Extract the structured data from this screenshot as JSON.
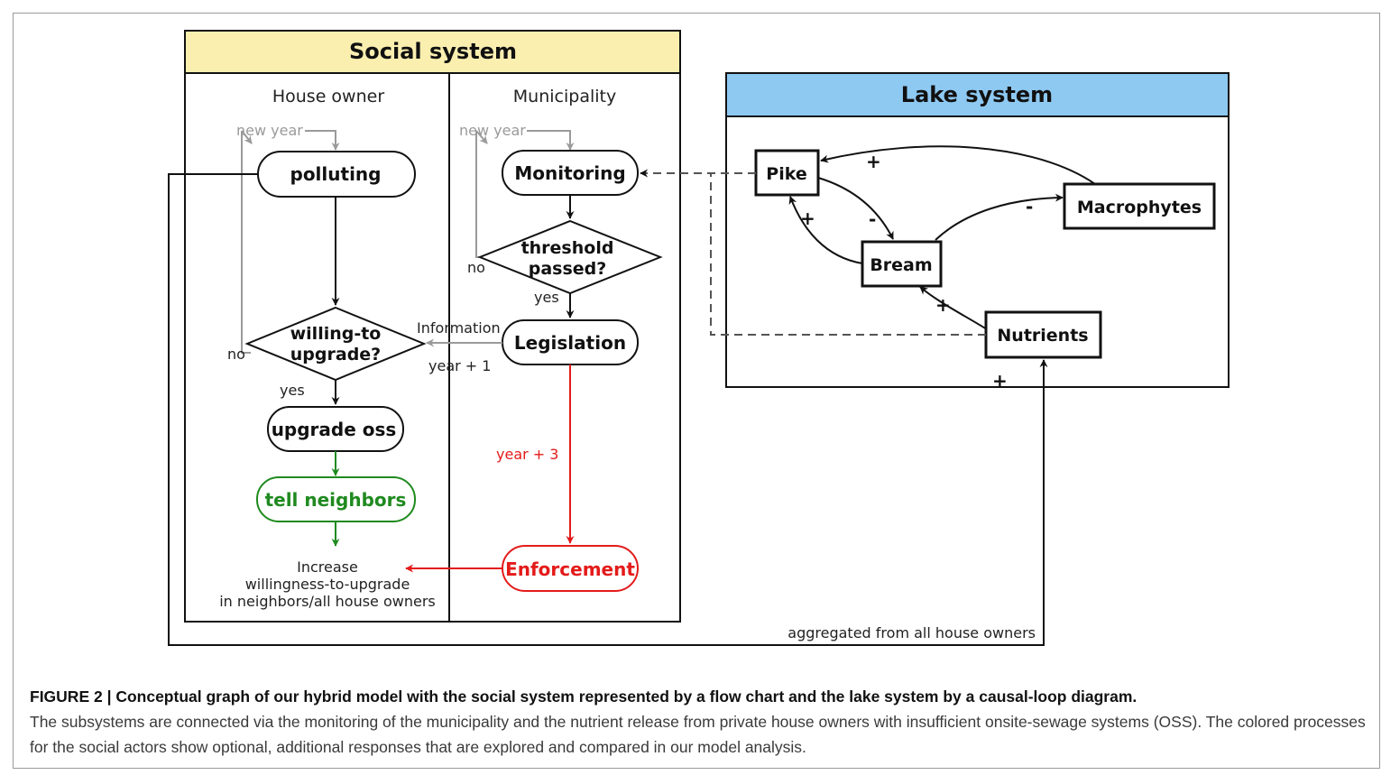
{
  "social_system": {
    "title": "Social system",
    "lanes": [
      "House owner",
      "Municipality"
    ]
  },
  "lake_system": {
    "title": "Lake system",
    "nodes": [
      "Pike",
      "Macrophytes",
      "Bream",
      "Nutrients"
    ]
  },
  "house_owner": {
    "polluting": "polluting",
    "willing_line1": "willing-to",
    "willing_line2": "upgrade?",
    "upgrade": "upgrade oss",
    "tell": "tell neighbors",
    "increase_line1": "Increase",
    "increase_line2": "willingness-to-upgrade",
    "increase_line3": "in neighbors/all house owners"
  },
  "municipality": {
    "monitoring": "Monitoring",
    "threshold_line1": "threshold",
    "threshold_line2": "passed?",
    "legislation": "Legislation",
    "enforcement": "Enforcement"
  },
  "labels": {
    "new_year": "new year",
    "no": "no",
    "yes": "yes",
    "information": "Information",
    "year_plus_1": "year + 1",
    "year_plus_3": "year + 3",
    "aggregated": "aggregated from all house owners",
    "plus": "+",
    "minus": "-"
  },
  "caption": {
    "title": "FIGURE 2 | Conceptual graph of our hybrid model with the social system represented by a flow chart and the lake system by a causal-loop diagram.",
    "body": "The subsystems are connected via the monitoring of the municipality and the nutrient release from private house owners with insufficient onsite-sewage systems (OSS). The colored processes for the social actors show optional, additional responses that are explored and compared in our model analysis."
  },
  "colors": {
    "social_header": "#fbefb0",
    "lake_header": "#8ec9f2",
    "optional_green": "#1f8a1f",
    "optional_red": "#e41a1a",
    "loop_gray": "#9a9a9a"
  }
}
